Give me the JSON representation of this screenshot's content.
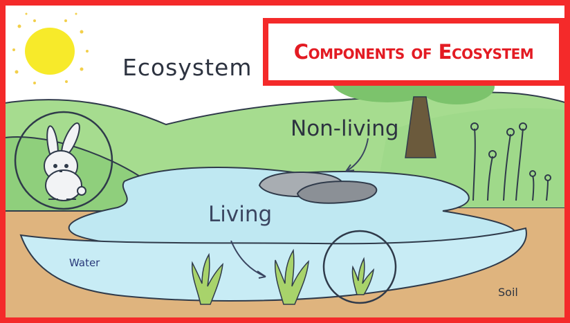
{
  "title": "Components of Ecosystem",
  "labels": {
    "ecosystem": "Ecosystem",
    "non_living": "Non-living",
    "living": "Living",
    "water": "Water",
    "soil": "Soil"
  },
  "colors": {
    "frame": "#f42a2a",
    "title_text": "#e31b23",
    "sky": "#ffffff",
    "hill_light": "#9fd98a",
    "hill_dark": "#7cc36c",
    "water": "#bfe8f2",
    "soil": "#dfb47e",
    "sun": "#f7ea2a",
    "tree_trunk": "#6b5a3c",
    "rock": "#9aa0a6",
    "plant": "#a8d36b",
    "outline": "#2f3a4a"
  },
  "icons": [
    "sun-icon",
    "rabbit-icon",
    "tree-icon",
    "rocks-icon",
    "water-plant-icon",
    "reed-plant-icon",
    "arrow-icon"
  ]
}
